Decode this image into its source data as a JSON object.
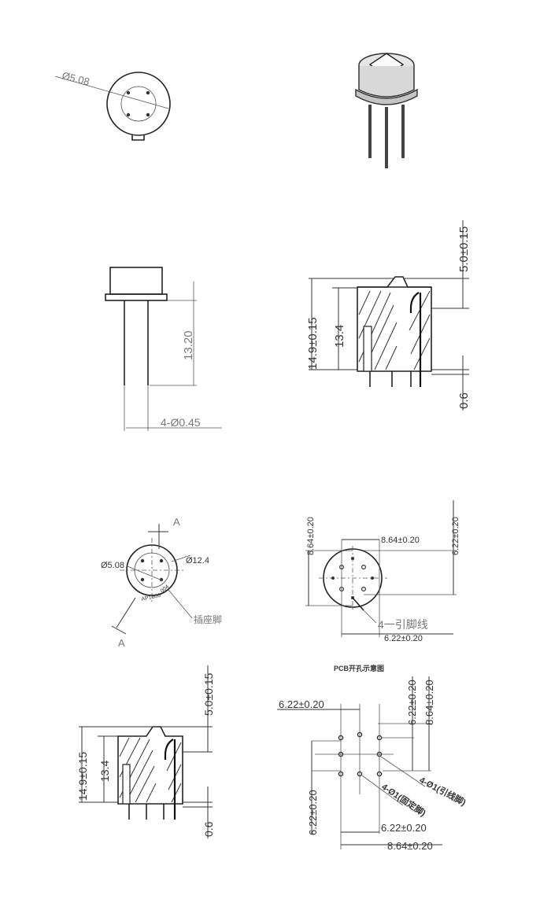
{
  "view1": {
    "dia_label": "Ø5.08"
  },
  "view3": {
    "height_label": "13.20",
    "pin_label": "4-Ø0.45"
  },
  "view4": {
    "top_label": "5.0±0.15",
    "total_label": "14.9±0.15",
    "body_label": "13.4",
    "pin_len_label": "0.6"
  },
  "view5": {
    "section_label_top": "A",
    "section_label_bottom": "A",
    "inner_dia_label": "Ø5.08",
    "outer_dia_label": "Ø12.4",
    "marking_text": "AP1606",
    "marking_code": "004",
    "socket_label": "插座脚"
  },
  "view6": {
    "v_left_label": "8.64±0.20",
    "h_top_label": "8.64±0.20",
    "v_right_label": "6.22±0.20",
    "h_bottom_label": "6.22±0.20",
    "leads_label": "4一引脚线"
  },
  "view7": {
    "top_label": "5.0±0.15",
    "total_label": "14.9±0.15",
    "body_label": "13.4",
    "pin_len_label": "0.6"
  },
  "view8": {
    "title": "PCB开孔示意图",
    "h_top_label": "6.22±0.20",
    "v_top_a_label": "6.22±0.20",
    "v_top_b_label": "8.64±0.20",
    "v_left_label": "6.22±0.20",
    "h_bottom_a_label": "6.22±0.20",
    "h_bottom_b_label": "8.64±0.20",
    "lead_hole_label": "4-Ø1(引线脚)",
    "fix_hole_label": "4-Ø1(固定脚)"
  }
}
